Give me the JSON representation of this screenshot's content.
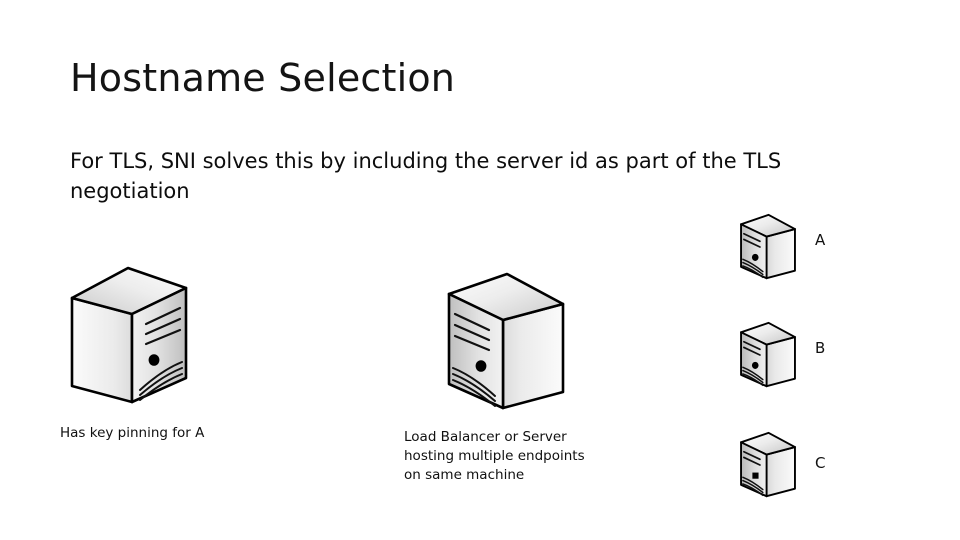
{
  "slide": {
    "title": "Hostname Selection",
    "body": "For TLS, SNI solves this by including the server id as part of the TLS negotiation",
    "background_color": "#ffffff",
    "text_color": "#111111"
  },
  "captions": {
    "left": "Has key pinning for A",
    "center": "Load Balancer or Server\nhosting multiple endpoints\non same machine"
  },
  "servers": [
    {
      "id": "client",
      "label": "",
      "icon": "server-tower-icon",
      "size": "large",
      "orientation": "mirrored"
    },
    {
      "id": "lb",
      "label": "",
      "icon": "server-tower-icon",
      "size": "large",
      "orientation": "normal"
    },
    {
      "id": "a",
      "label": "A",
      "icon": "server-tower-icon",
      "size": "small",
      "orientation": "normal"
    },
    {
      "id": "b",
      "label": "B",
      "icon": "server-tower-icon",
      "size": "small",
      "orientation": "normal"
    },
    {
      "id": "c",
      "label": "C",
      "icon": "server-tower-icon",
      "size": "small",
      "orientation": "normal"
    }
  ],
  "style": {
    "icon_outline": "#000000",
    "icon_face_light": "#ffffff",
    "icon_face_mid": "#d9d9d9",
    "icon_face_dark": "#b8b8b8"
  }
}
